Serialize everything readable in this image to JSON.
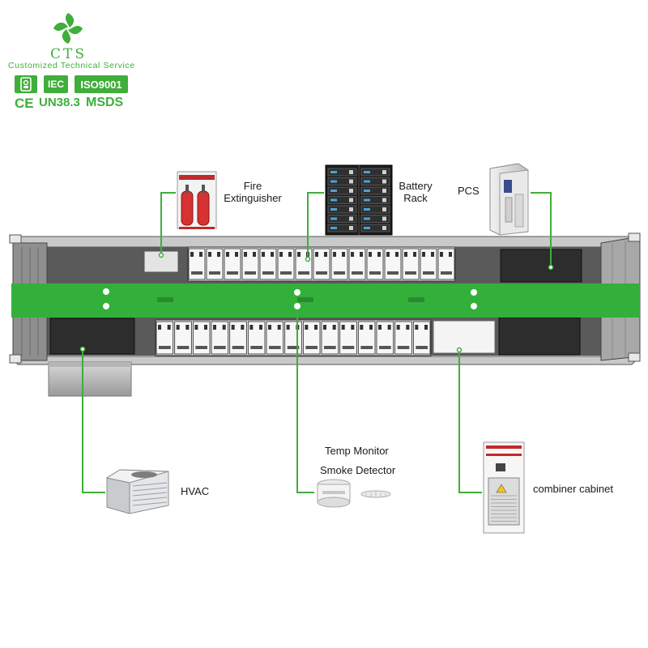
{
  "brand": {
    "name": "CTS",
    "tagline": "Customized Technical Service",
    "accent_color": "#3fae3a",
    "certifications": [
      "IEC",
      "ISO9001",
      "CE",
      "UN38.3",
      "MSDS"
    ]
  },
  "diagram": {
    "labels": {
      "fire_extinguisher_line1": "Fire",
      "fire_extinguisher_line2": "Extinguisher",
      "battery_rack_line1": "Battery",
      "battery_rack_line2": "Rack",
      "pcs": "PCS",
      "hvac": "HVAC",
      "temp_monitor": "Temp Monitor",
      "smoke_detector": "Smoke Detector",
      "combiner_cabinet": "combiner cabinet"
    },
    "icons": [
      "cts-logo-icon",
      "rohs-icon",
      "fire-extinguisher-icon",
      "battery-rack-icon",
      "pcs-cabinet-icon",
      "hvac-unit-icon",
      "smoke-detector-icon",
      "combiner-cabinet-icon"
    ]
  }
}
